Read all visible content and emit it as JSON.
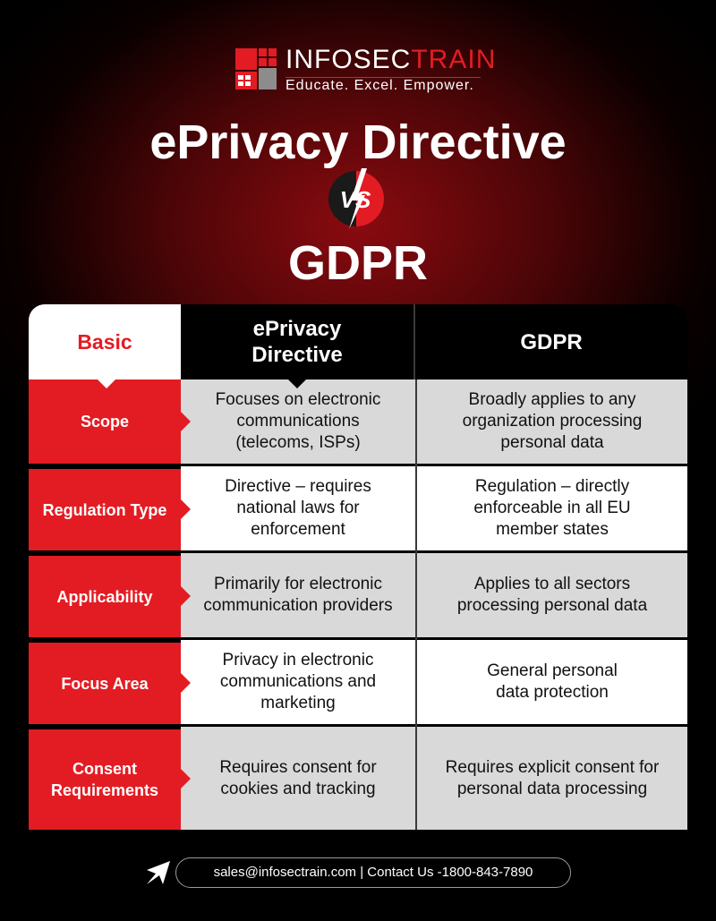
{
  "brand": {
    "name_part1": "INFOSEC",
    "name_part2": "TRAIN",
    "tagline": "Educate. Excel. Empower.",
    "accent_color": "#e31c23"
  },
  "title": {
    "line1": "ePrivacy Directive",
    "vs_badge": "VS",
    "line2": "GDPR"
  },
  "table": {
    "headers": {
      "basic": "Basic",
      "col1": "ePrivacy Directive",
      "col2": "GDPR"
    },
    "rows": [
      {
        "label": "Scope",
        "eprivacy": "Focuses on electronic communications (telecoms, ISPs)",
        "gdpr": "Broadly applies to any organization processing personal data"
      },
      {
        "label": "Regulation Type",
        "eprivacy": "Directive – requires national laws for enforcement",
        "gdpr": "Regulation – directly enforceable in all EU member states"
      },
      {
        "label": "Applicability",
        "eprivacy": "Primarily for electronic communication providers",
        "gdpr": "Applies to all sectors processing personal data"
      },
      {
        "label": "Focus Area",
        "eprivacy": "Privacy in electronic communications and marketing",
        "gdpr": "General personal data protection"
      },
      {
        "label": "Consent Requirements",
        "eprivacy": "Requires consent for cookies and tracking",
        "gdpr": "Requires explicit consent for personal data processing"
      }
    ]
  },
  "footer": {
    "contact": "sales@infosectrain.com | Contact Us -1800-843-7890",
    "icon": "send-icon"
  }
}
